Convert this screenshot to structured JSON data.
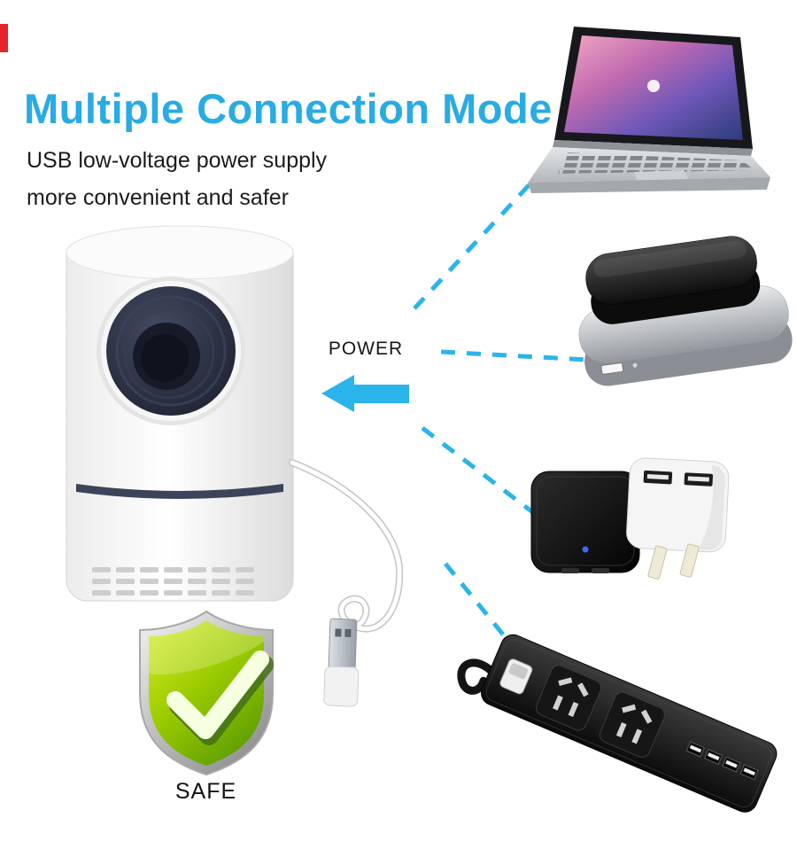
{
  "header": {
    "title": "Multiple Connection Mode",
    "subtitle_lines": [
      "USB low-voltage power supply",
      "more convenient and safer"
    ]
  },
  "labels": {
    "power": "POWER",
    "safe": "SAFE"
  },
  "colors": {
    "accent_cyan": "#29abe3",
    "shield_green": "#9ccc00",
    "text_dark": "#1b1b1b",
    "red_mark": "#e6252b"
  },
  "illustration": {
    "center_device": "usb-mosquito-killer-lamp",
    "connected_devices": [
      "laptop",
      "power-bank",
      "usb-wall-adapter",
      "usb-power-strip"
    ],
    "badge": "safe-shield-checkmark"
  }
}
